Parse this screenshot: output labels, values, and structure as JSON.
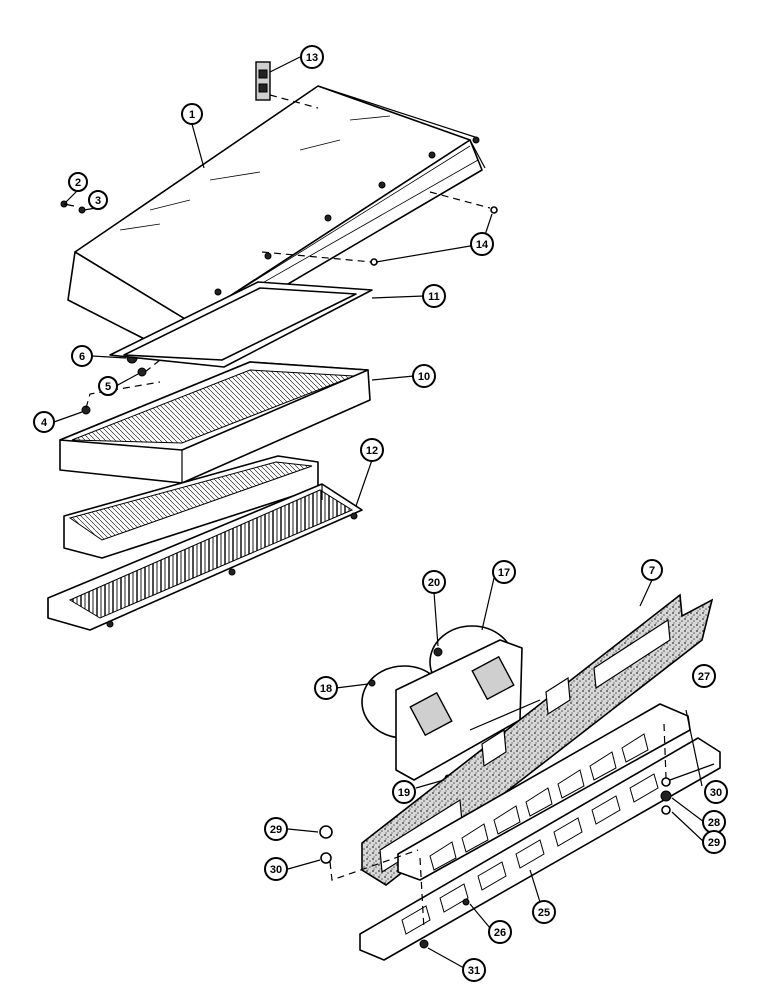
{
  "diagram": {
    "callouts": [
      {
        "id": "c1",
        "label": "1"
      },
      {
        "id": "c2",
        "label": "2"
      },
      {
        "id": "c3",
        "label": "3"
      },
      {
        "id": "c4",
        "label": "4"
      },
      {
        "id": "c5",
        "label": "5"
      },
      {
        "id": "c6",
        "label": "6"
      },
      {
        "id": "c7",
        "label": "7"
      },
      {
        "id": "c10",
        "label": "10"
      },
      {
        "id": "c11",
        "label": "11"
      },
      {
        "id": "c12",
        "label": "12"
      },
      {
        "id": "c13",
        "label": "13"
      },
      {
        "id": "c14",
        "label": "14"
      },
      {
        "id": "c17",
        "label": "17"
      },
      {
        "id": "c18",
        "label": "18"
      },
      {
        "id": "c19",
        "label": "19"
      },
      {
        "id": "c20",
        "label": "20"
      },
      {
        "id": "c25",
        "label": "25"
      },
      {
        "id": "c26",
        "label": "26"
      },
      {
        "id": "c27",
        "label": "27"
      },
      {
        "id": "c28",
        "label": "28"
      },
      {
        "id": "c29a",
        "label": "29"
      },
      {
        "id": "c29b",
        "label": "29"
      },
      {
        "id": "c30a",
        "label": "30"
      },
      {
        "id": "c30b",
        "label": "30"
      },
      {
        "id": "c31",
        "label": "31"
      }
    ]
  }
}
